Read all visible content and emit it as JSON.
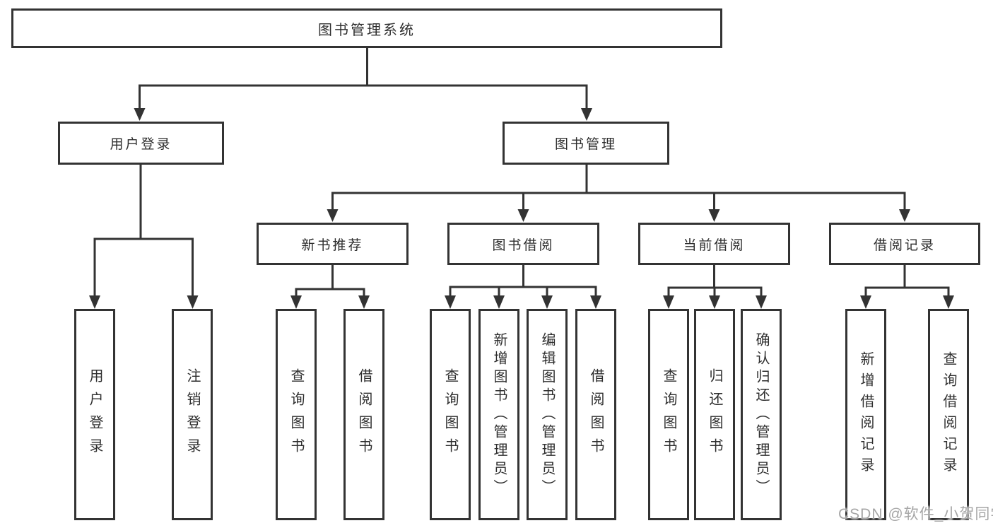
{
  "diagram": {
    "root": "图书管理系统",
    "user_branch": {
      "label": "用户登录",
      "children": [
        "用户登录",
        "注销登录"
      ]
    },
    "book_branch": {
      "label": "图书管理",
      "sections": [
        {
          "label": "新书推荐",
          "children": [
            "查询图书",
            "借阅图书"
          ]
        },
        {
          "label": "图书借阅",
          "children": [
            "查询图书",
            "新增图书（管理员）",
            "编辑图书（管理员）",
            "借阅图书"
          ]
        },
        {
          "label": "当前借阅",
          "children": [
            "查询图书",
            "归还图书",
            "确认归还（管理员）"
          ]
        },
        {
          "label": "借阅记录",
          "children": [
            "新增借阅记录",
            "查询借阅记录"
          ]
        }
      ]
    }
  },
  "watermark": "CSDN @软件_小贺同学",
  "colors": {
    "line": "#333333",
    "text": "#2e2e2e",
    "background": "#ffffff",
    "watermark": "#a6a6a6"
  }
}
